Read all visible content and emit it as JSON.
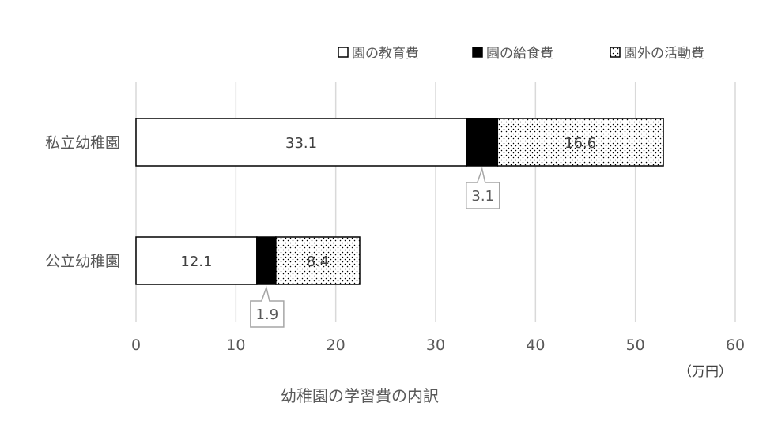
{
  "chart_data": {
    "type": "bar",
    "orientation": "horizontal",
    "stacked": true,
    "title": "",
    "xlabel": "幼稚園の学習費の内訳",
    "ylabel": "",
    "unit_label": "（万円）",
    "xlim": [
      0,
      60
    ],
    "x_ticks": [
      "0",
      "10",
      "20",
      "30",
      "40",
      "50",
      "60"
    ],
    "categories": [
      "私立幼稚園",
      "公立幼稚園"
    ],
    "series": [
      {
        "name": "園の教育費",
        "values": [
          33.1,
          12.1
        ],
        "labels": [
          "33.1",
          "12.1"
        ],
        "fill": "white"
      },
      {
        "name": "園の給食費",
        "values": [
          3.1,
          1.9
        ],
        "labels": [
          "3.1",
          "1.9"
        ],
        "fill": "black"
      },
      {
        "name": "園外の活動費",
        "values": [
          16.6,
          8.4
        ],
        "labels": [
          "16.6",
          "8.4"
        ],
        "fill": "dots"
      }
    ],
    "grid": true,
    "legend_position": "top-right"
  },
  "colors": {
    "text": "#595959",
    "grid": "#d9d9d9",
    "bar_outline": "#000000",
    "callout_border": "#a6a6a6"
  }
}
